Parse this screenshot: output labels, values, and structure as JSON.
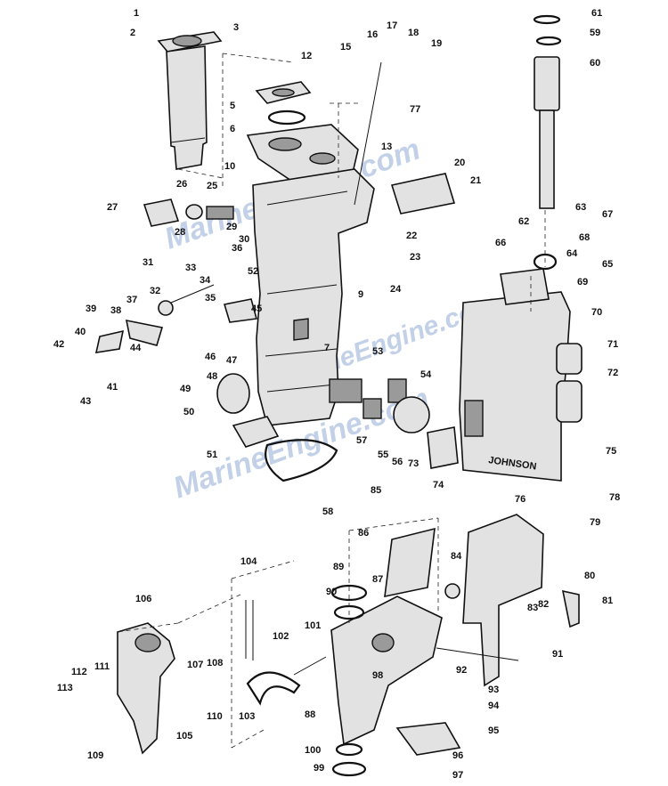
{
  "diagram": {
    "watermarks": [
      "MarineEngine.com",
      "MarineEngine.com",
      "MarineEngine.com"
    ],
    "callouts": [
      "1",
      "2",
      "3",
      "5",
      "6",
      "7",
      "9",
      "10",
      "12",
      "13",
      "15",
      "16",
      "17",
      "18",
      "19",
      "20",
      "21",
      "22",
      "23",
      "24",
      "25",
      "26",
      "27",
      "28",
      "29",
      "30",
      "31",
      "32",
      "33",
      "34",
      "35",
      "36",
      "37",
      "38",
      "39",
      "40",
      "41",
      "42",
      "43",
      "44",
      "45",
      "46",
      "47",
      "48",
      "49",
      "50",
      "51",
      "52",
      "53",
      "54",
      "55",
      "56",
      "57",
      "58",
      "59",
      "60",
      "61",
      "62",
      "63",
      "64",
      "65",
      "66",
      "67",
      "68",
      "69",
      "70",
      "71",
      "72",
      "73",
      "74",
      "75",
      "76",
      "77",
      "78",
      "79",
      "80",
      "81",
      "82",
      "83",
      "84",
      "85",
      "86",
      "87",
      "88",
      "89",
      "90",
      "91",
      "92",
      "93",
      "94",
      "95",
      "96",
      "97",
      "98",
      "99",
      "100",
      "101",
      "102",
      "103",
      "104",
      "105",
      "106",
      "107",
      "108",
      "109",
      "110",
      "111",
      "112",
      "113"
    ],
    "decal_text": "JOHNSON"
  }
}
